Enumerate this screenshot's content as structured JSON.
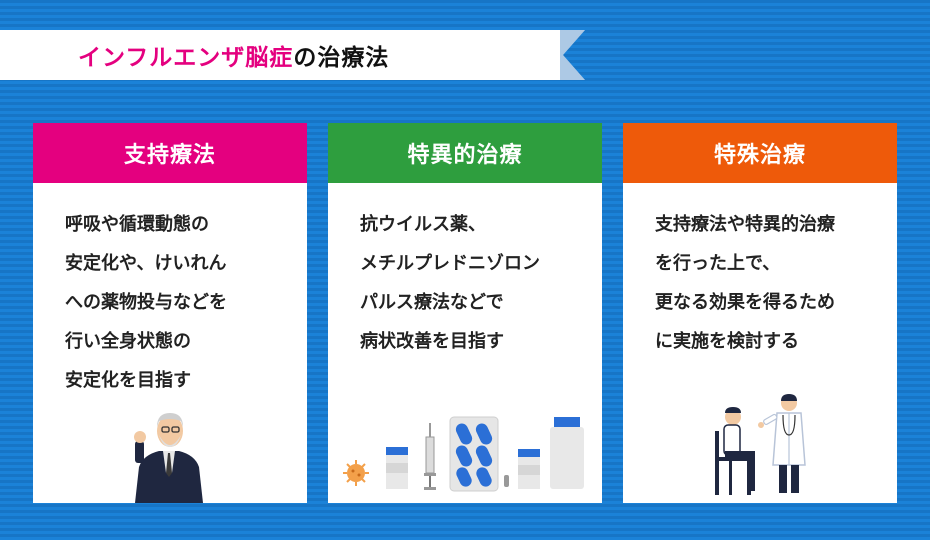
{
  "title": {
    "highlight": "インフルエンザ脳症",
    "rest": "の治療法"
  },
  "colors": {
    "accent_pink": "#e4007f",
    "accent_green": "#2e9e3e",
    "accent_orange": "#ee5a0a",
    "background_blue": "#1a7fd4"
  },
  "cards": [
    {
      "title": "支持療法",
      "lines": [
        "呼吸や循環動態の",
        "安定化や、けいれん",
        "への薬物投与などを",
        "行い全身状態の",
        "安定化を目指す"
      ],
      "illustration": "elderly-doctor"
    },
    {
      "title": "特異的治療",
      "lines": [
        "抗ウイルス薬、",
        "メチルプレドニゾロン",
        "パルス療法などで",
        "病状改善を目指す"
      ],
      "illustration": "medicines"
    },
    {
      "title": "特殊治療",
      "lines": [
        "支持療法や特異的治療",
        "を行った上で、",
        "更なる効果を得るため",
        "に実施を検討する"
      ],
      "illustration": "doctor-and-patient"
    }
  ]
}
